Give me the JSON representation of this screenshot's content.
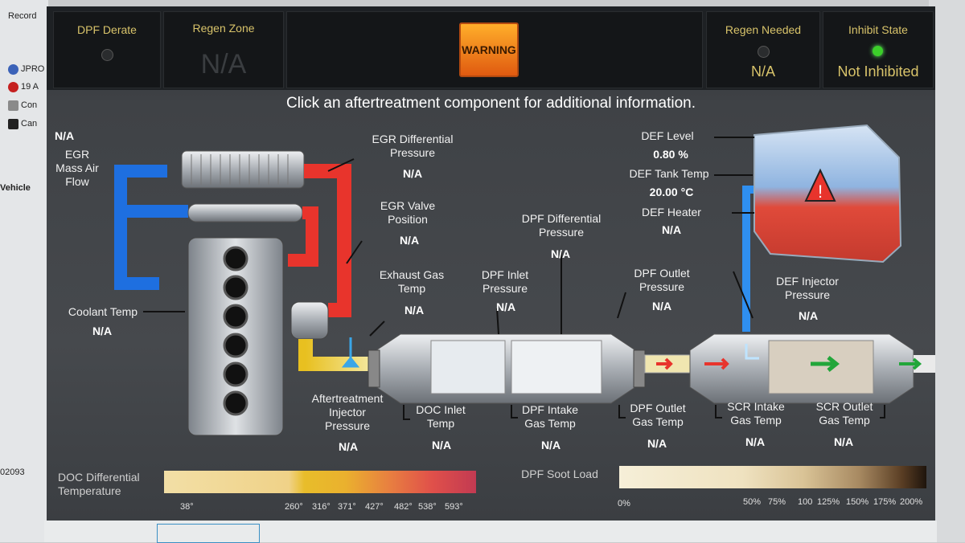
{
  "background_app": {
    "left_items": [
      "Record",
      "JPRO",
      "19 A",
      "Con",
      "Can"
    ],
    "vehicle_label": "Vehicle",
    "code": "02093"
  },
  "status_tiles": {
    "dpf_derate": {
      "label": "DPF Derate"
    },
    "regen_zone": {
      "label": "Regen Zone",
      "value": "N/A"
    },
    "warning": {
      "label": "WARNING"
    },
    "regen_needed": {
      "label": "Regen Needed",
      "value": "N/A"
    },
    "inhibit_state": {
      "label": "Inhibit State",
      "value": "Not Inhibited"
    }
  },
  "instruction": "Click an aftertreatment component for additional information.",
  "components": {
    "egr_mass_air_flow": {
      "label": "EGR Mass Air Flow",
      "value": "N/A"
    },
    "egr_diff_pressure": {
      "label": "EGR Differential Pressure",
      "value": "N/A"
    },
    "egr_valve_position": {
      "label": "EGR Valve Position",
      "value": "N/A"
    },
    "coolant_temp": {
      "label": "Coolant Temp",
      "value": "N/A"
    },
    "exhaust_gas_temp": {
      "label": "Exhaust Gas Temp",
      "value": "N/A"
    },
    "dpf_inlet_pressure": {
      "label": "DPF Inlet Pressure",
      "value": "N/A"
    },
    "dpf_diff_pressure": {
      "label": "DPF Differential Pressure",
      "value": "N/A"
    },
    "dpf_outlet_pressure": {
      "label": "DPF Outlet Pressure",
      "value": "N/A"
    },
    "def_level": {
      "label": "DEF Level",
      "value": "0.80 %"
    },
    "def_tank_temp": {
      "label": "DEF Tank Temp",
      "value": "20.00 °C"
    },
    "def_heater": {
      "label": "DEF Heater",
      "value": "N/A"
    },
    "def_injector_pressure": {
      "label": "DEF Injector Pressure",
      "value": "N/A"
    },
    "aftertreatment_injector_pressure": {
      "label": "Aftertreatment Injector Pressure",
      "value": "N/A"
    },
    "doc_inlet_temp": {
      "label": "DOC Inlet Temp",
      "value": "N/A"
    },
    "dpf_intake_gas_temp": {
      "label": "DPF Intake Gas Temp",
      "value": "N/A"
    },
    "dpf_outlet_gas_temp": {
      "label": "DPF Outlet Gas Temp",
      "value": "N/A"
    },
    "scr_intake_gas_temp": {
      "label": "SCR Intake Gas Temp",
      "value": "N/A"
    },
    "scr_outlet_gas_temp": {
      "label": "SCR Outlet Gas Temp",
      "value": "N/A"
    }
  },
  "doc_diff_temp": {
    "label": "DOC Differential Temperature",
    "ticks": [
      "38°",
      "260°",
      "316°",
      "371°",
      "427°",
      "482°",
      "538°",
      "593°"
    ]
  },
  "dpf_soot_load": {
    "label": "DPF Soot Load",
    "ticks": [
      "0%",
      "50%",
      "75%",
      "100",
      "125%",
      "150%",
      "175%",
      "200%"
    ]
  },
  "colors": {
    "accent_label": "#d8c36a",
    "hot_pipe": "#e8342c",
    "cool_pipe": "#1e6fe0",
    "inhibit_green": "#3ccf2a"
  }
}
